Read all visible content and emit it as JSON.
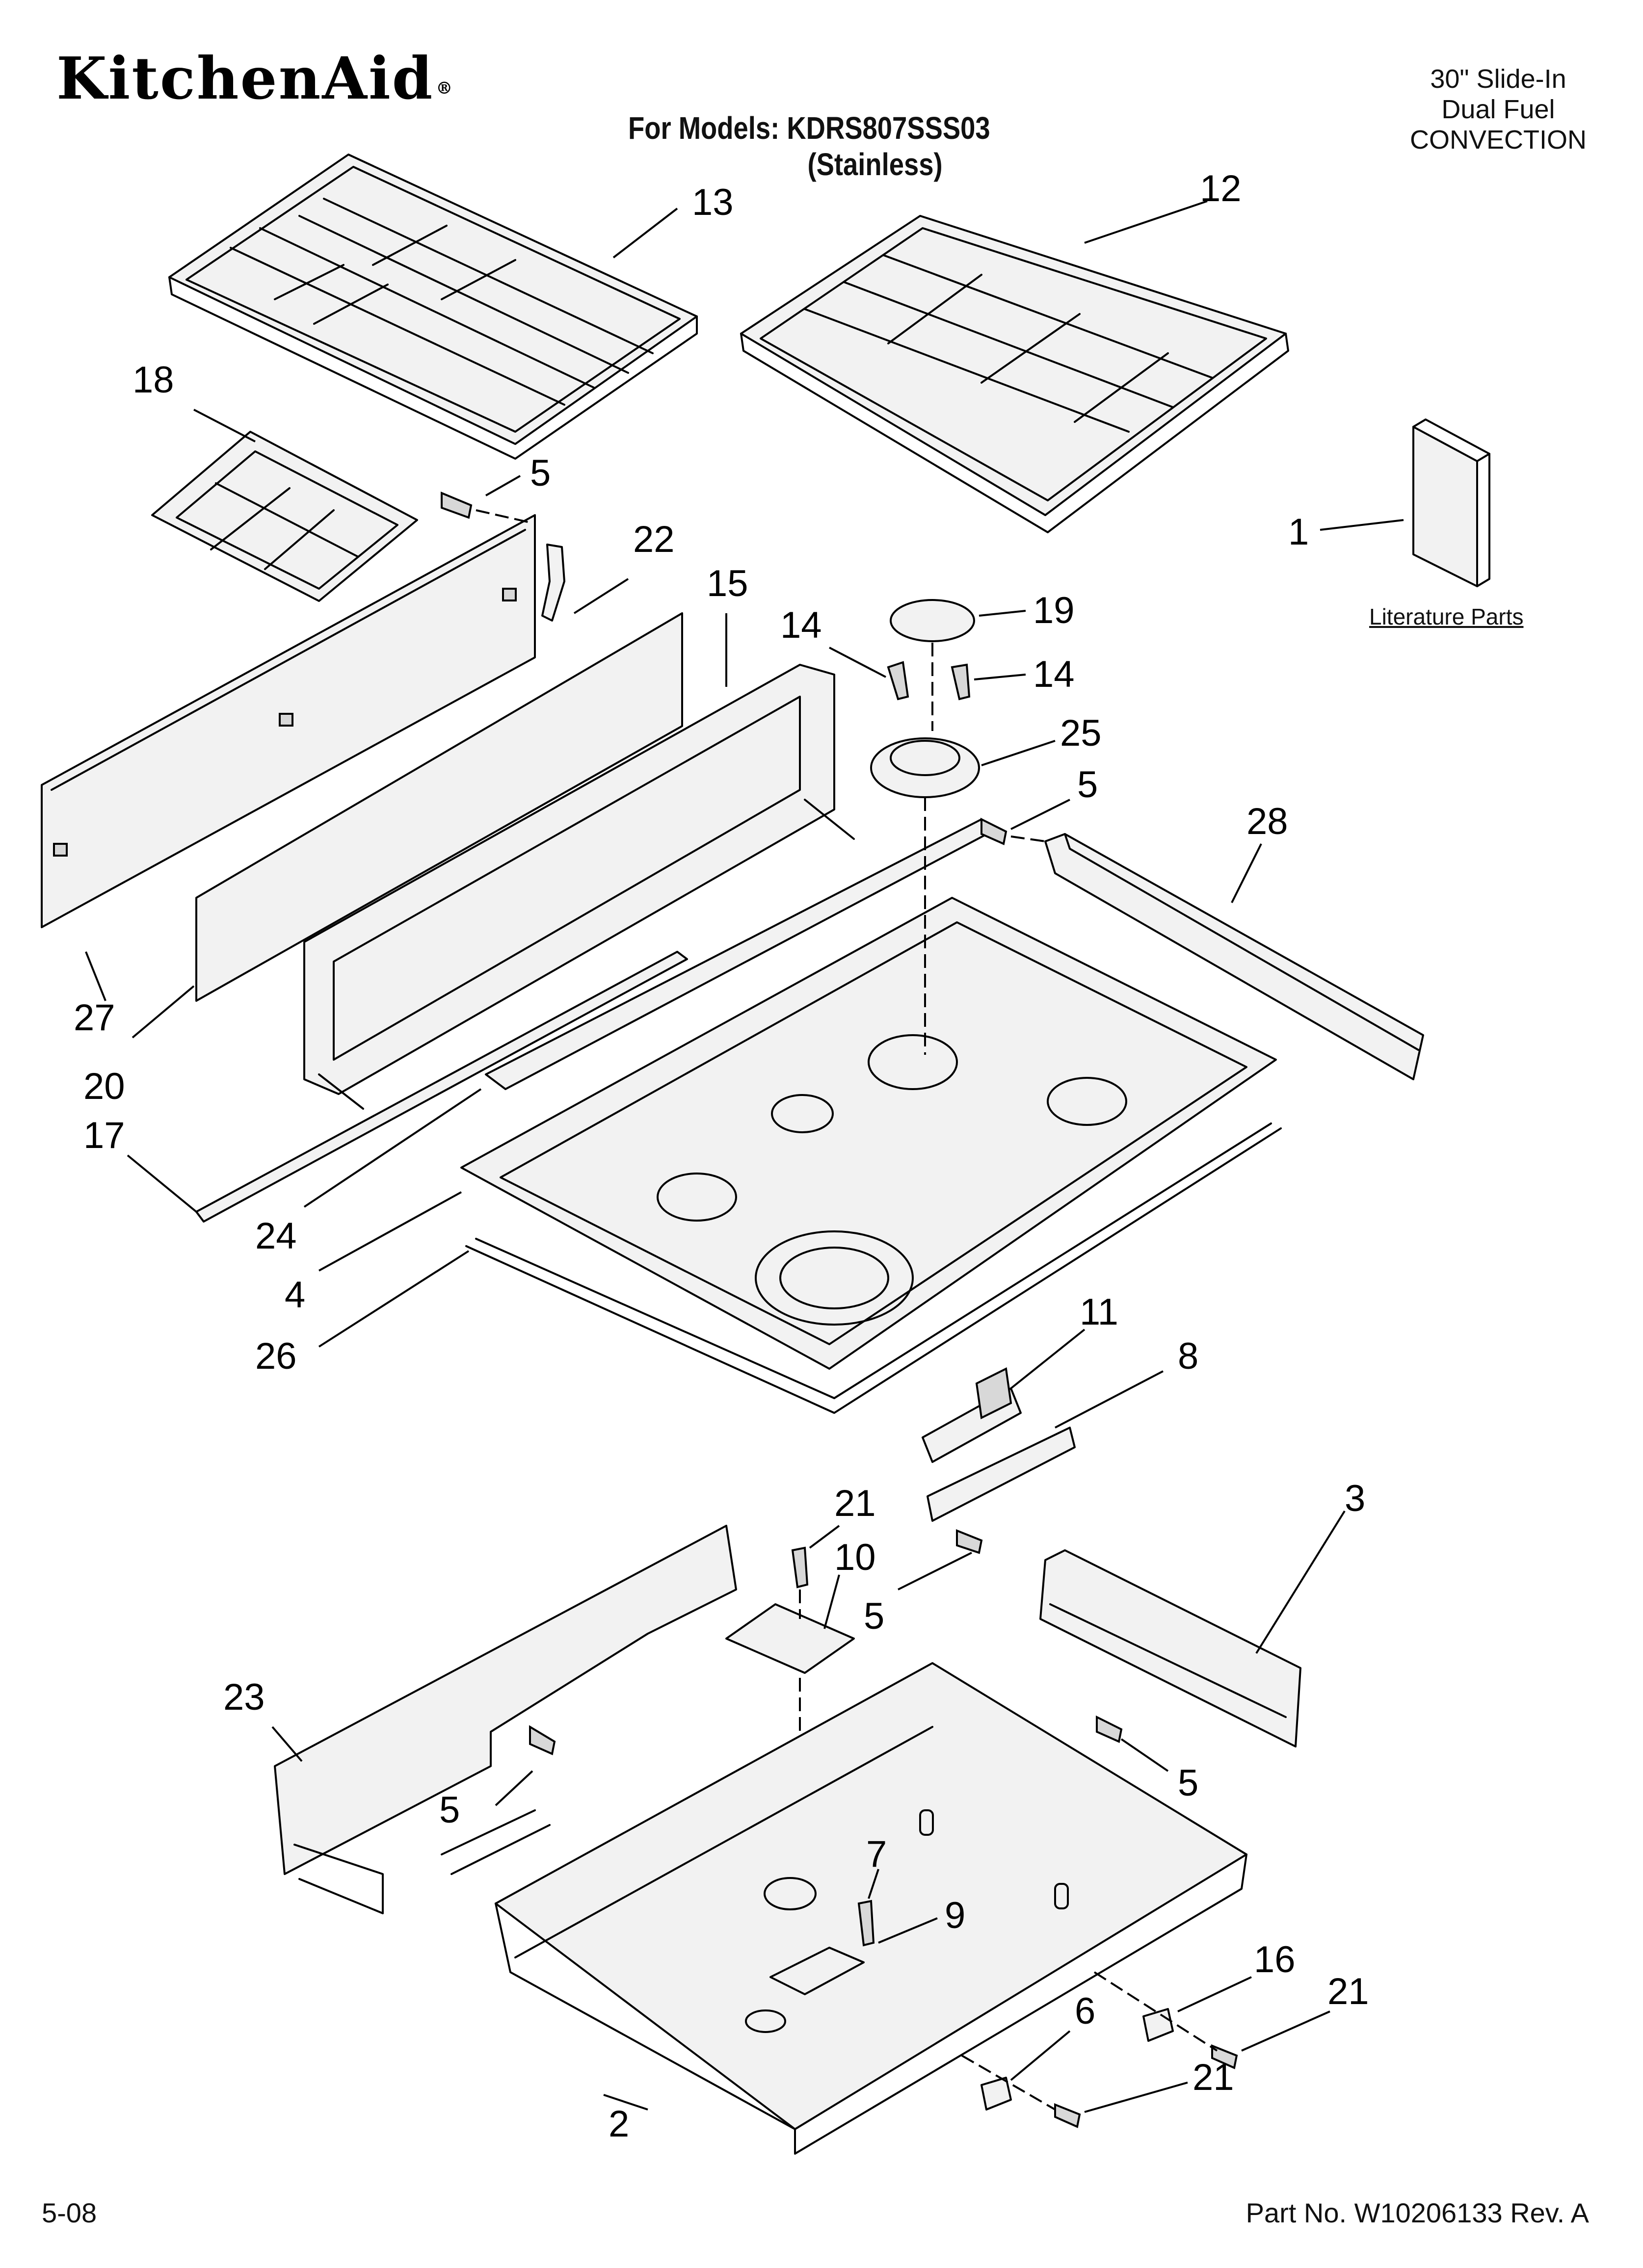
{
  "header": {
    "brand": "KitchenAid",
    "brand_mark": "®",
    "models_line": "For Models: KDRS807SSS03",
    "finish_line": "(Stainless)",
    "spec_lines": [
      "30\" Slide-In",
      "Dual Fuel",
      "CONVECTION"
    ]
  },
  "literature_label": "Literature Parts",
  "footer": {
    "date": "5-08",
    "part_no": "Part No. W10206133 Rev. A"
  },
  "callouts": [
    {
      "id": "c13",
      "label": "13"
    },
    {
      "id": "c12",
      "label": "12"
    },
    {
      "id": "c18",
      "label": "18"
    },
    {
      "id": "c5a",
      "label": "5"
    },
    {
      "id": "c1",
      "label": "1"
    },
    {
      "id": "c22",
      "label": "22"
    },
    {
      "id": "c15",
      "label": "15"
    },
    {
      "id": "c14a",
      "label": "14"
    },
    {
      "id": "c19",
      "label": "19"
    },
    {
      "id": "c14b",
      "label": "14"
    },
    {
      "id": "c25",
      "label": "25"
    },
    {
      "id": "c5b",
      "label": "5"
    },
    {
      "id": "c28",
      "label": "28"
    },
    {
      "id": "c27",
      "label": "27"
    },
    {
      "id": "c20",
      "label": "20"
    },
    {
      "id": "c17",
      "label": "17"
    },
    {
      "id": "c24",
      "label": "24"
    },
    {
      "id": "c4",
      "label": "4"
    },
    {
      "id": "c26",
      "label": "26"
    },
    {
      "id": "c11",
      "label": "11"
    },
    {
      "id": "c8",
      "label": "8"
    },
    {
      "id": "c21a",
      "label": "21"
    },
    {
      "id": "c10",
      "label": "10"
    },
    {
      "id": "c3",
      "label": "3"
    },
    {
      "id": "c5c",
      "label": "5"
    },
    {
      "id": "c23",
      "label": "23"
    },
    {
      "id": "c5d",
      "label": "5"
    },
    {
      "id": "c5e",
      "label": "5"
    },
    {
      "id": "c7",
      "label": "7"
    },
    {
      "id": "c9",
      "label": "9"
    },
    {
      "id": "c16",
      "label": "16"
    },
    {
      "id": "c21b",
      "label": "21"
    },
    {
      "id": "c6",
      "label": "6"
    },
    {
      "id": "c21c",
      "label": "21"
    },
    {
      "id": "c2",
      "label": "2"
    }
  ]
}
